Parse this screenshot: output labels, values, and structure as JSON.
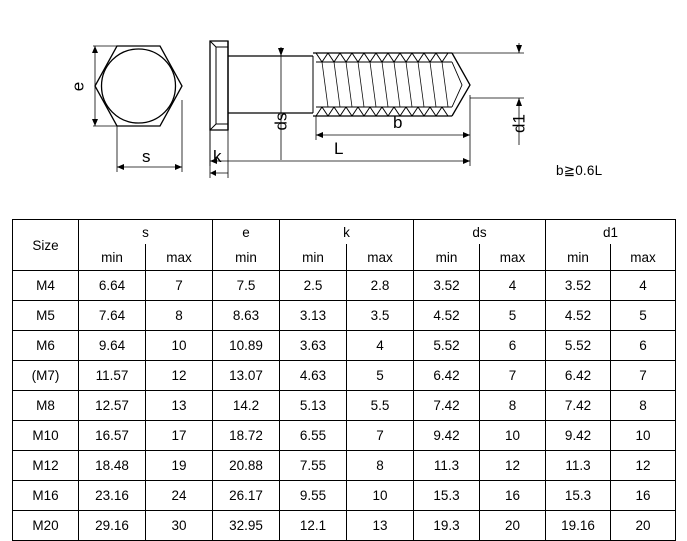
{
  "drawing": {
    "title": "Hex head lag screw dimension drawing",
    "labels": {
      "e": "e",
      "s": "s",
      "k": "k",
      "ds": "ds",
      "b": "b",
      "L": "L",
      "d1": "d1"
    },
    "note": "b≧0.6L",
    "views": {
      "head_end_view": "hexagon-head-end-view",
      "side_view": "lag-screw-side-view"
    }
  },
  "table": {
    "groups": [
      {
        "label": "Size",
        "cols": 1
      },
      {
        "label": "s",
        "cols": 2
      },
      {
        "label": "e",
        "cols": 1
      },
      {
        "label": "k",
        "cols": 2
      },
      {
        "label": "ds",
        "cols": 2
      },
      {
        "label": "d1",
        "cols": 2
      }
    ],
    "subheaders": [
      "min",
      "max",
      "min",
      "min",
      "max",
      "min",
      "max",
      "min",
      "max"
    ],
    "columns": [
      "Size",
      "s min",
      "s max",
      "e min",
      "k min",
      "k max",
      "ds min",
      "ds max",
      "d1 min",
      "d1 max"
    ],
    "rows": [
      {
        "size": "M4",
        "s_min": "6.64",
        "s_max": "7",
        "e_min": "7.5",
        "k_min": "2.5",
        "k_max": "2.8",
        "ds_min": "3.52",
        "ds_max": "4",
        "d1_min": "3.52",
        "d1_max": "4"
      },
      {
        "size": "M5",
        "s_min": "7.64",
        "s_max": "8",
        "e_min": "8.63",
        "k_min": "3.13",
        "k_max": "3.5",
        "ds_min": "4.52",
        "ds_max": "5",
        "d1_min": "4.52",
        "d1_max": "5"
      },
      {
        "size": "M6",
        "s_min": "9.64",
        "s_max": "10",
        "e_min": "10.89",
        "k_min": "3.63",
        "k_max": "4",
        "ds_min": "5.52",
        "ds_max": "6",
        "d1_min": "5.52",
        "d1_max": "6"
      },
      {
        "size": "(M7)",
        "s_min": "11.57",
        "s_max": "12",
        "e_min": "13.07",
        "k_min": "4.63",
        "k_max": "5",
        "ds_min": "6.42",
        "ds_max": "7",
        "d1_min": "6.42",
        "d1_max": "7"
      },
      {
        "size": "M8",
        "s_min": "12.57",
        "s_max": "13",
        "e_min": "14.2",
        "k_min": "5.13",
        "k_max": "5.5",
        "ds_min": "7.42",
        "ds_max": "8",
        "d1_min": "7.42",
        "d1_max": "8"
      },
      {
        "size": "M10",
        "s_min": "16.57",
        "s_max": "17",
        "e_min": "18.72",
        "k_min": "6.55",
        "k_max": "7",
        "ds_min": "9.42",
        "ds_max": "10",
        "d1_min": "9.42",
        "d1_max": "10"
      },
      {
        "size": "M12",
        "s_min": "18.48",
        "s_max": "19",
        "e_min": "20.88",
        "k_min": "7.55",
        "k_max": "8",
        "ds_min": "11.3",
        "ds_max": "12",
        "d1_min": "11.3",
        "d1_max": "12"
      },
      {
        "size": "M16",
        "s_min": "23.16",
        "s_max": "24",
        "e_min": "26.17",
        "k_min": "9.55",
        "k_max": "10",
        "ds_min": "15.3",
        "ds_max": "16",
        "d1_min": "15.3",
        "d1_max": "16"
      },
      {
        "size": "M20",
        "s_min": "29.16",
        "s_max": "30",
        "e_min": "32.95",
        "k_min": "12.1",
        "k_max": "13",
        "ds_min": "19.3",
        "ds_max": "20",
        "d1_min": "19.16",
        "d1_max": "20"
      }
    ]
  },
  "colors": {
    "line": "#000000",
    "background": "#ffffff"
  }
}
